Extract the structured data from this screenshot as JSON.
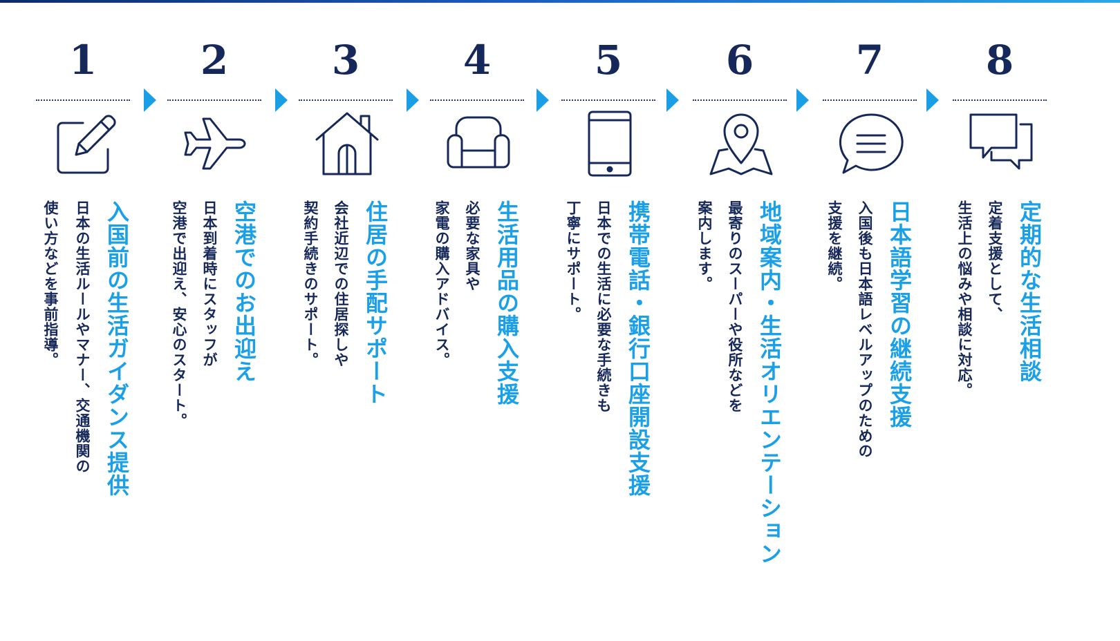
{
  "colors": {
    "accent": "#1aa0e8",
    "navy": "#16285a",
    "arrow": "#1a9fe6"
  },
  "steps": [
    {
      "number": "1",
      "icon": "edit-note-icon",
      "title": "入国前の生活ガイダンス提供",
      "lines": [
        "日本の生活ルールやマナー、交通機関の",
        "使い方などを事前指導。"
      ]
    },
    {
      "number": "2",
      "icon": "airplane-icon",
      "title": "空港でのお出迎え",
      "lines": [
        "日本到着時にスタッフが",
        "空港で出迎え、安心のスタート。"
      ]
    },
    {
      "number": "3",
      "icon": "house-icon",
      "title": "住居の手配サポート",
      "lines": [
        "会社近辺での住居探しや",
        "契約手続きのサポート。"
      ]
    },
    {
      "number": "4",
      "icon": "armchair-icon",
      "title": "生活用品の購入支援",
      "lines": [
        "必要な家具や",
        "家電の購入アドバイス。"
      ]
    },
    {
      "number": "5",
      "icon": "smartphone-icon",
      "title": "携帯電話・銀行口座開設支援",
      "lines": [
        "日本での生活に必要な手続きも",
        "丁寧にサポート。"
      ]
    },
    {
      "number": "6",
      "icon": "map-pin-icon",
      "title": "地域案内・生活オリエンテーション",
      "lines": [
        "最寄りのスーパーや役所などを",
        "案内します。"
      ]
    },
    {
      "number": "7",
      "icon": "chat-bubble-icon",
      "title": "日本語学習の継続支援",
      "lines": [
        "入国後も日本語レベルアップのための",
        "支援を継続。"
      ]
    },
    {
      "number": "8",
      "icon": "conversation-icon",
      "title": "定期的な生活相談",
      "lines": [
        "定着支援として、",
        "生活上の悩みや相談に対応。"
      ]
    }
  ]
}
